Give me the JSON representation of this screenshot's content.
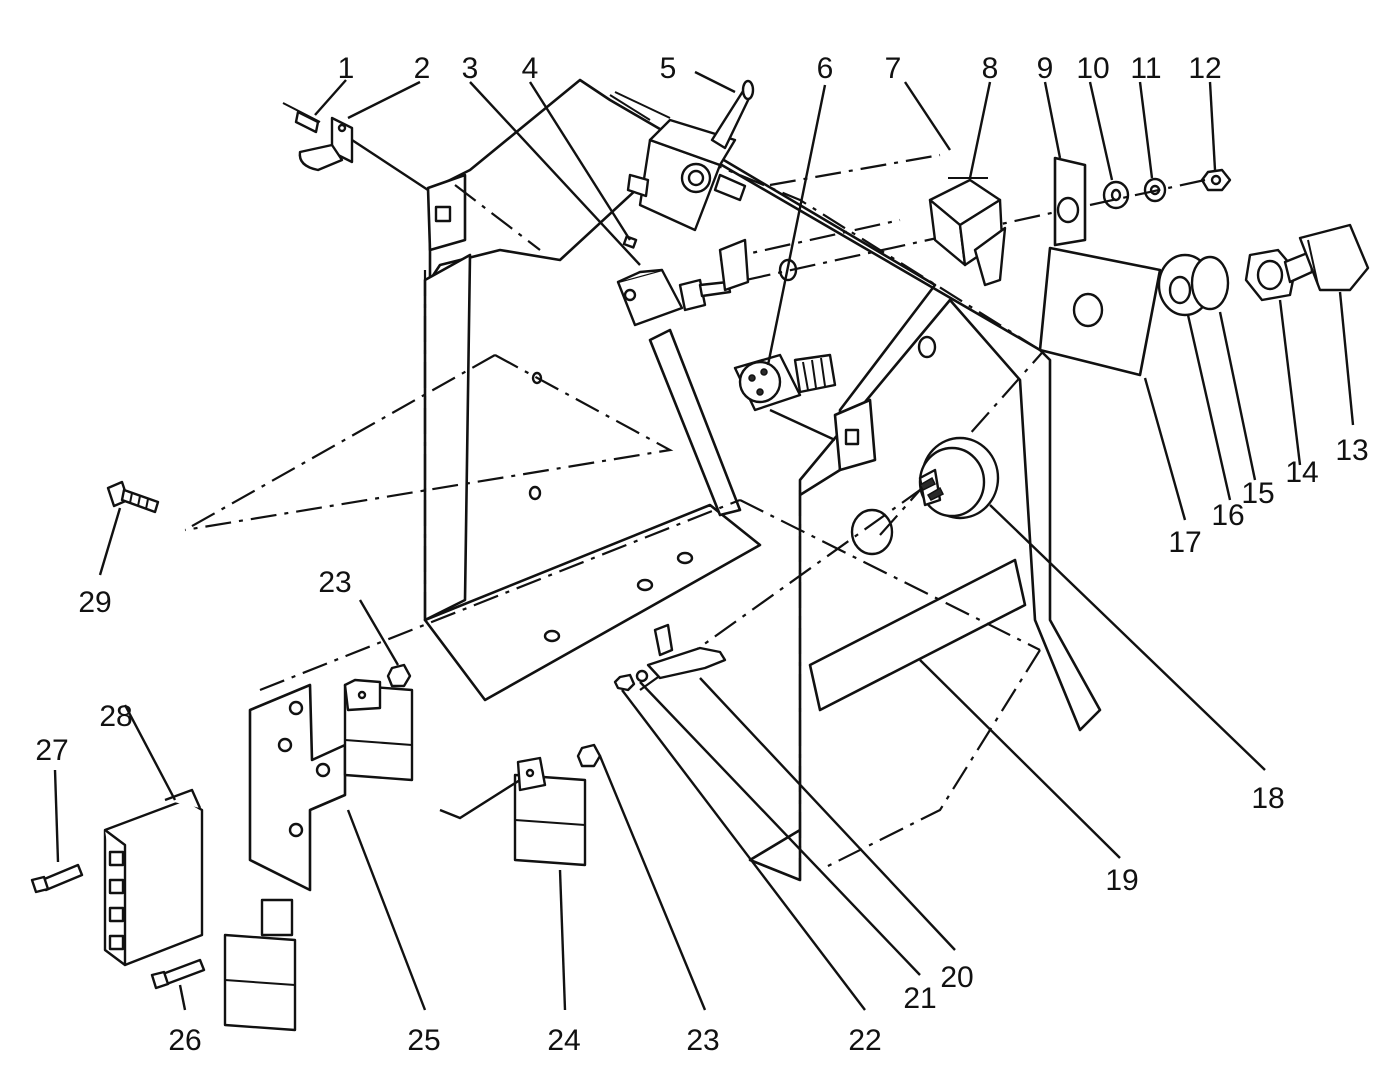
{
  "diagram": {
    "callouts": [
      "1",
      "2",
      "3",
      "4",
      "5",
      "6",
      "7",
      "8",
      "9",
      "10",
      "11",
      "12",
      "13",
      "14",
      "15",
      "16",
      "17",
      "18",
      "19",
      "20",
      "21",
      "22",
      "23",
      "23",
      "24",
      "25",
      "26",
      "27",
      "28",
      "29"
    ]
  },
  "colors": {
    "ink": "#111111",
    "background": "#ffffff",
    "shade": "#cfcfcf"
  }
}
